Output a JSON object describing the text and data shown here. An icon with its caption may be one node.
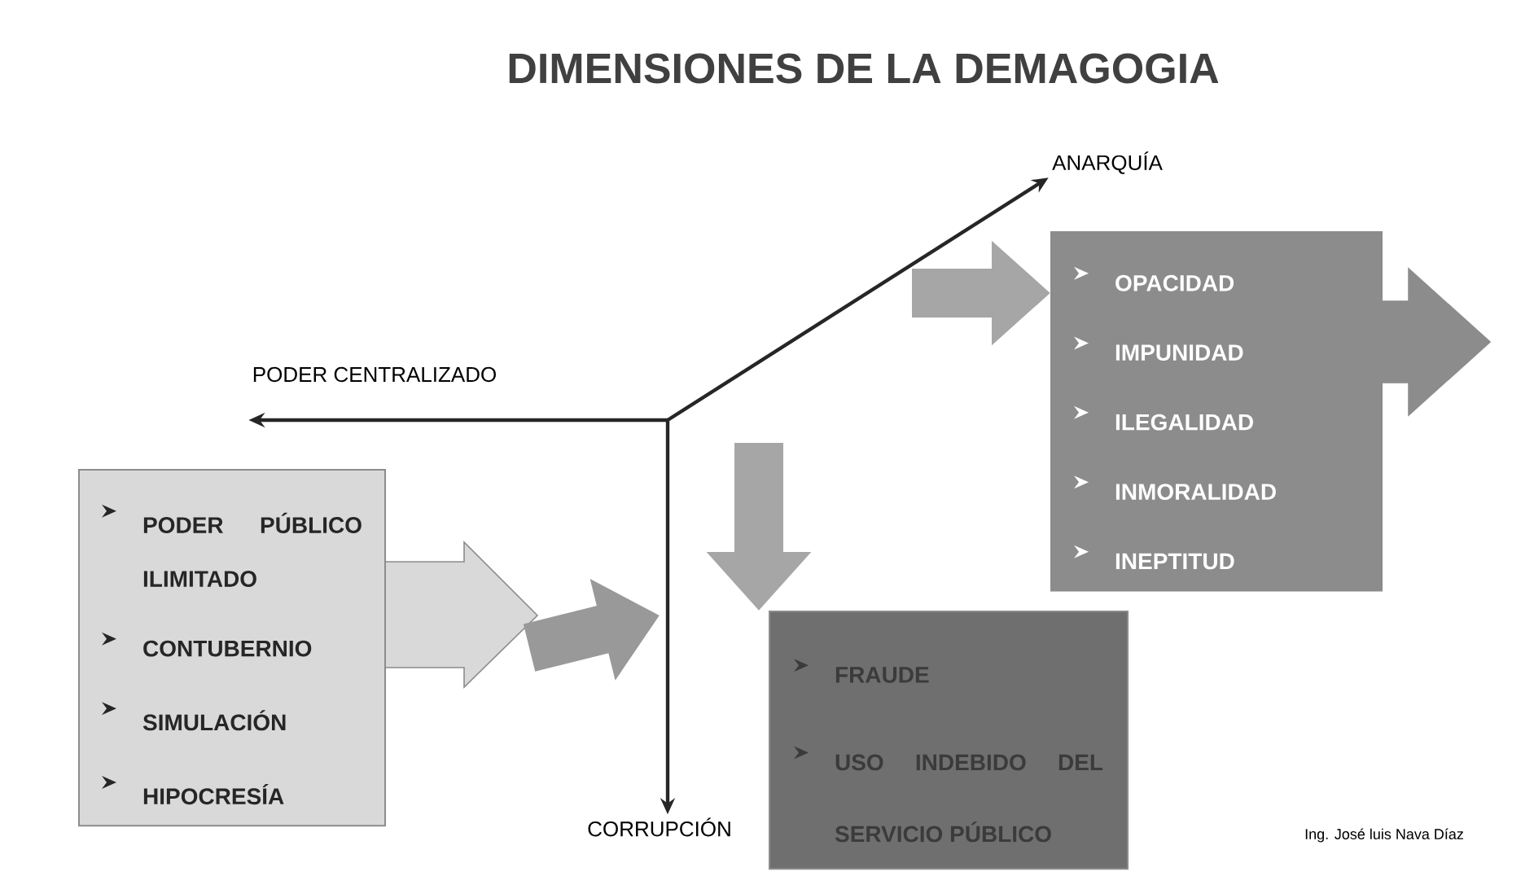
{
  "diagram": {
    "title": "DIMENSIONES DE LA DEMAGOGIA",
    "nodes": [
      {
        "text": [
          "ANARQUÍA"
        ]
      },
      {
        "text": [
          "PODER CENTRALIZADO"
        ]
      },
      {
        "text": [
          "CORRUPCIÓN"
        ]
      },
      {
        "text": [
          "PODER PÚBLICO ILIMITADO",
          "CONTUBERNIO",
          "SIMULACIÓN",
          "HIPOCRESÍA"
        ]
      },
      {
        "text": [
          "OPACIDAD",
          "IMPUNIDAD",
          "ILEGALIDAD",
          "INMORALIDAD",
          "INEPTITUD"
        ]
      },
      {
        "text": [
          "FRAUDE",
          "USO INDEBIDO DEL SERVICIO PÚBLICO"
        ]
      }
    ],
    "edges": [
      {
        "from": null,
        "to": 0,
        "arrow": "to"
      },
      {
        "from": null,
        "to": 1,
        "arrow": "to"
      },
      {
        "from": null,
        "to": 2,
        "arrow": "to"
      },
      {
        "from": null,
        "to": 4,
        "arrow": "to",
        "style": "thick",
        "color": "#a6a6a6"
      },
      {
        "from": null,
        "to": 5,
        "arrow": "to",
        "style": "thick",
        "color": "#a6a6a6"
      },
      {
        "from": 3,
        "to": null,
        "arrow": "to",
        "style": "thick",
        "color": "#999999"
      }
    ],
    "labels": [
      "Ing. José luis Nava Díaz"
    ]
  }
}
